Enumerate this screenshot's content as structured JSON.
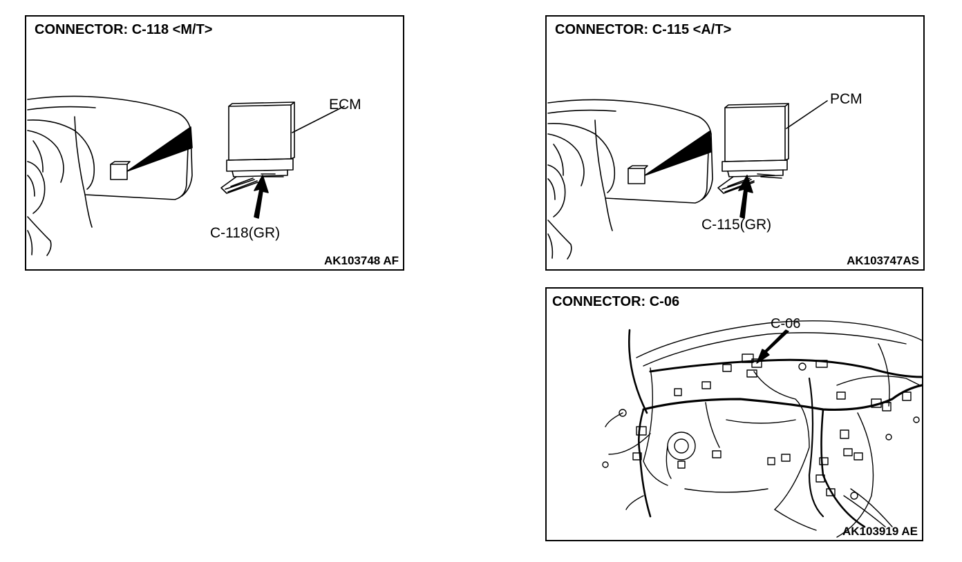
{
  "panels": [
    {
      "title": "CONNECTOR: C-118 <M/T>",
      "module_label": "ECM",
      "connector_label": "C-118(GR)",
      "figure_code": "AK103748 AF"
    },
    {
      "title": "CONNECTOR: C-115 <A/T>",
      "module_label": "PCM",
      "connector_label": "C-115(GR)",
      "figure_code": "AK103747AS"
    },
    {
      "title": "CONNECTOR: C-06",
      "connector_label": "C-06",
      "figure_code": "AK103919 AE"
    }
  ],
  "colors": {
    "line": "#000000",
    "background": "#ffffff"
  }
}
